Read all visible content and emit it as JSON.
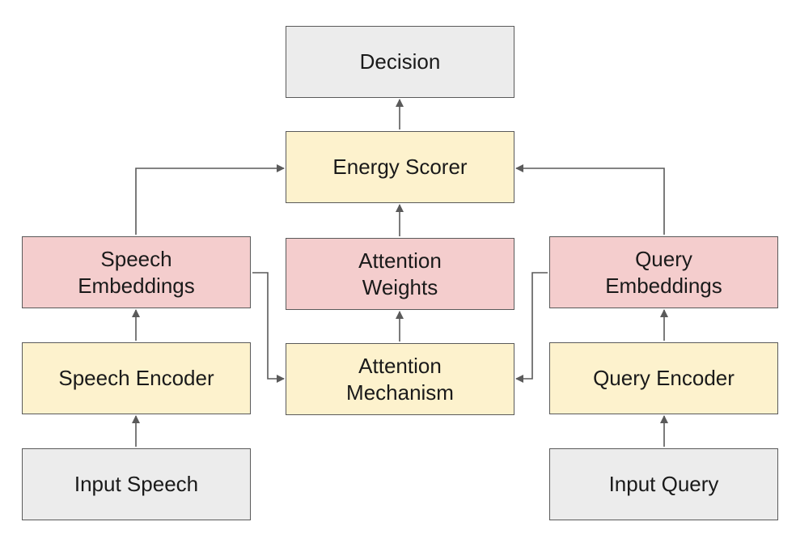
{
  "nodes": {
    "decision": "Decision",
    "energy_scorer": "Energy Scorer",
    "speech_embeddings": [
      "Speech",
      "Embeddings"
    ],
    "attention_weights": [
      "Attention",
      "Weights"
    ],
    "query_embeddings": [
      "Query",
      "Embeddings"
    ],
    "speech_encoder": "Speech Encoder",
    "attention_mechanism": [
      "Attention",
      "Mechanism"
    ],
    "query_encoder": "Query Encoder",
    "input_speech": "Input Speech",
    "input_query": "Input Query"
  },
  "colors": {
    "io_fill": "#ececec",
    "module_fill": "#fdf2cd",
    "representation_fill": "#f4cdcd",
    "border": "#5a5a5a",
    "arrow": "#5a5a5a"
  },
  "edges": [
    {
      "from": "input_speech",
      "to": "speech_encoder"
    },
    {
      "from": "speech_encoder",
      "to": "speech_embeddings"
    },
    {
      "from": "speech_embeddings",
      "to": "energy_scorer"
    },
    {
      "from": "speech_embeddings",
      "to": "attention_mechanism"
    },
    {
      "from": "input_query",
      "to": "query_encoder"
    },
    {
      "from": "query_encoder",
      "to": "query_embeddings"
    },
    {
      "from": "query_embeddings",
      "to": "energy_scorer"
    },
    {
      "from": "query_embeddings",
      "to": "attention_mechanism"
    },
    {
      "from": "attention_mechanism",
      "to": "attention_weights"
    },
    {
      "from": "attention_weights",
      "to": "energy_scorer"
    },
    {
      "from": "energy_scorer",
      "to": "decision"
    }
  ]
}
